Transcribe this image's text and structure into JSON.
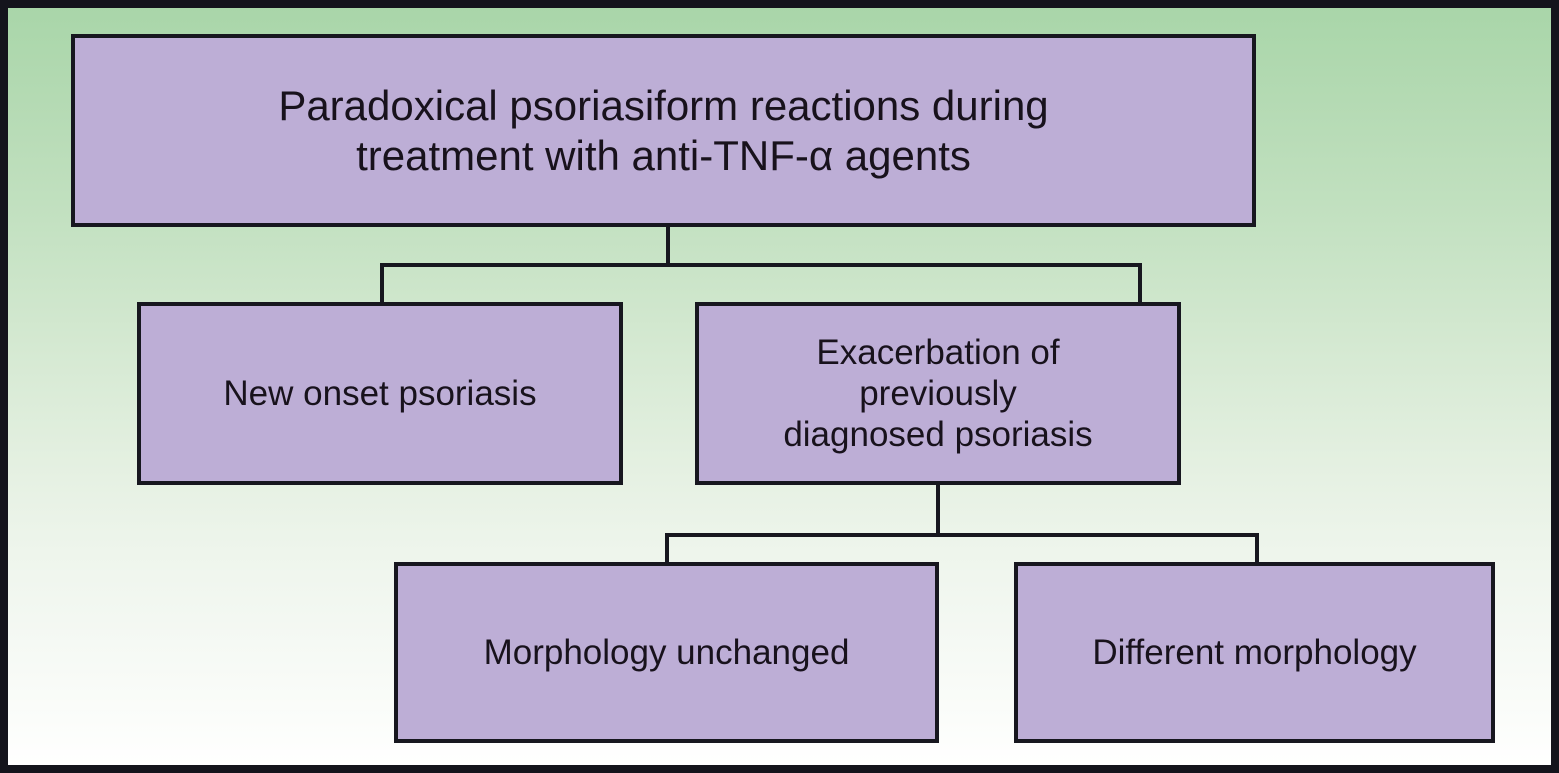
{
  "diagram": {
    "type": "flowchart",
    "orientation": "top-down",
    "colors": {
      "node_fill": "#bdaed6",
      "node_border": "#17171f",
      "connector": "#17171f",
      "background_top": "#a9d6a9",
      "background_bottom": "#ffffff",
      "frame_border": "#14141c",
      "text": "#18121c"
    },
    "nodes": {
      "root": {
        "label": "Paradoxical psoriasiform reactions during\ntreatment with anti-TNF-α agents",
        "level": 0
      },
      "new_onset": {
        "label": "New onset psoriasis",
        "level": 1
      },
      "exacerbation": {
        "label": "Exacerbation of\npreviously\ndiagnosed psoriasis",
        "level": 1
      },
      "morphology_unchanged": {
        "label": "Morphology unchanged",
        "level": 2
      },
      "different_morphology": {
        "label": "Different morphology",
        "level": 2
      }
    },
    "edges": [
      {
        "from": "root",
        "to": "new_onset"
      },
      {
        "from": "root",
        "to": "exacerbation"
      },
      {
        "from": "exacerbation",
        "to": "morphology_unchanged"
      },
      {
        "from": "exacerbation",
        "to": "different_morphology"
      }
    ]
  }
}
